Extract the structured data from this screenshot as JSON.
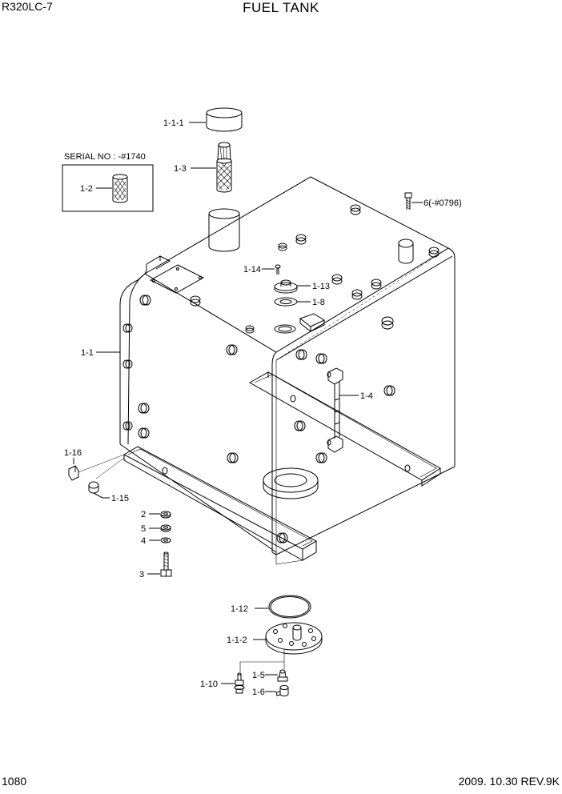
{
  "header": {
    "model": "R320LC-7",
    "title": "FUEL TANK"
  },
  "footer": {
    "page_number": "1080",
    "revision": "2009. 10.30  REV.9K"
  },
  "serial_box": {
    "label": "SERIAL NO : -#1740",
    "part": "1-2"
  },
  "callouts": {
    "c_1_1_1": "1-1-1",
    "c_1_3": "1-3",
    "c_6": "6(-#0796)",
    "c_1_14": "1-14",
    "c_1_13": "1-13",
    "c_1_8": "1-8",
    "c_1_1": "1-1",
    "c_1_4": "1-4",
    "c_1_16": "1-16",
    "c_1_15": "1-15",
    "c_2": "2",
    "c_5": "5",
    "c_4": "4",
    "c_3": "3",
    "c_1_12": "1-12",
    "c_1_1_2": "1-1-2",
    "c_1_5": "1-5",
    "c_1_10": "1-10",
    "c_1_6": "1-6"
  }
}
